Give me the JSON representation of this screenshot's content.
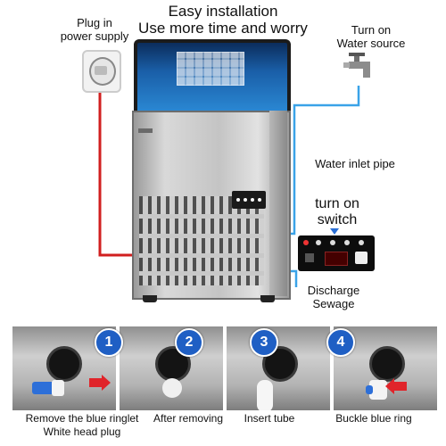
{
  "title": {
    "line1": "Easy installation",
    "line2": "Use more time and worry"
  },
  "labels": {
    "plug": [
      "Plug in",
      "power supply"
    ],
    "water_source": [
      "Turn on",
      "Water source"
    ],
    "inlet_pipe": "Water inlet pipe",
    "turn_on_switch": [
      "turn on",
      "switch"
    ],
    "discharge": [
      "Discharge",
      "Sewage"
    ]
  },
  "steps": [
    {
      "number": "1",
      "caption": "Remove the blue ringlet",
      "caption2": "White head plug"
    },
    {
      "number": "2",
      "caption": "After removing"
    },
    {
      "number": "3",
      "caption": "Insert tube"
    },
    {
      "number": "4",
      "caption": "Buckle blue ring"
    }
  ],
  "colors": {
    "power_line": "#d11f1f",
    "water_line": "#3aa3e8",
    "step_badge": "#1f5fc4"
  },
  "icons": {
    "socket": "power-socket-icon",
    "faucet": "water-tap-icon",
    "arrow": "red-arrow-icon"
  }
}
